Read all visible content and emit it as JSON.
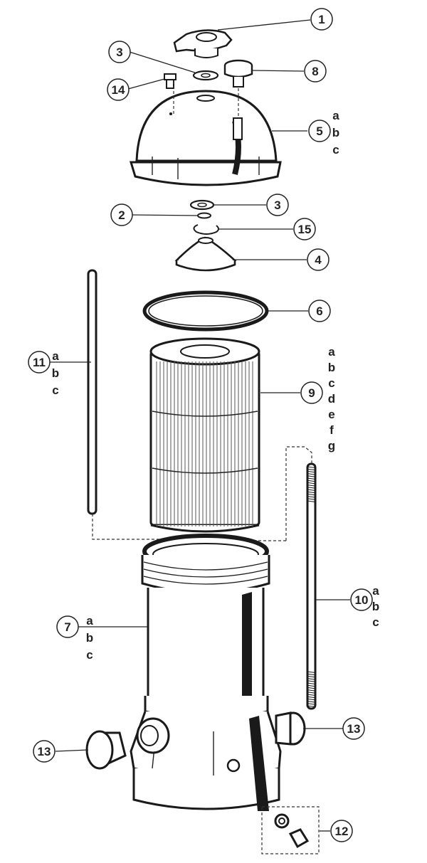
{
  "colors": {
    "ink": "#1a1a1a",
    "paper": "#ffffff"
  },
  "callouts": {
    "c1": {
      "num": "1",
      "suffixes": []
    },
    "c2": {
      "num": "2",
      "suffixes": []
    },
    "c3a": {
      "num": "3",
      "suffixes": []
    },
    "c3b": {
      "num": "3",
      "suffixes": []
    },
    "c4": {
      "num": "4",
      "suffixes": []
    },
    "c5": {
      "num": "5",
      "suffixes": [
        "a",
        "b",
        "c"
      ]
    },
    "c6": {
      "num": "6",
      "suffixes": []
    },
    "c7": {
      "num": "7",
      "suffixes": [
        "a",
        "b",
        "c"
      ]
    },
    "c8": {
      "num": "8",
      "suffixes": []
    },
    "c9": {
      "num": "9",
      "suffixes": [
        "a",
        "b",
        "c",
        "d",
        "e",
        "f",
        "g"
      ]
    },
    "c10": {
      "num": "10",
      "suffixes": [
        "a",
        "b",
        "c"
      ]
    },
    "c11": {
      "num": "11",
      "suffixes": [
        "a",
        "b",
        "c"
      ]
    },
    "c12": {
      "num": "12",
      "suffixes": []
    },
    "c13a": {
      "num": "13",
      "suffixes": []
    },
    "c13b": {
      "num": "13",
      "suffixes": []
    },
    "c14": {
      "num": "14",
      "suffixes": []
    },
    "c15": {
      "num": "15",
      "suffixes": []
    }
  }
}
